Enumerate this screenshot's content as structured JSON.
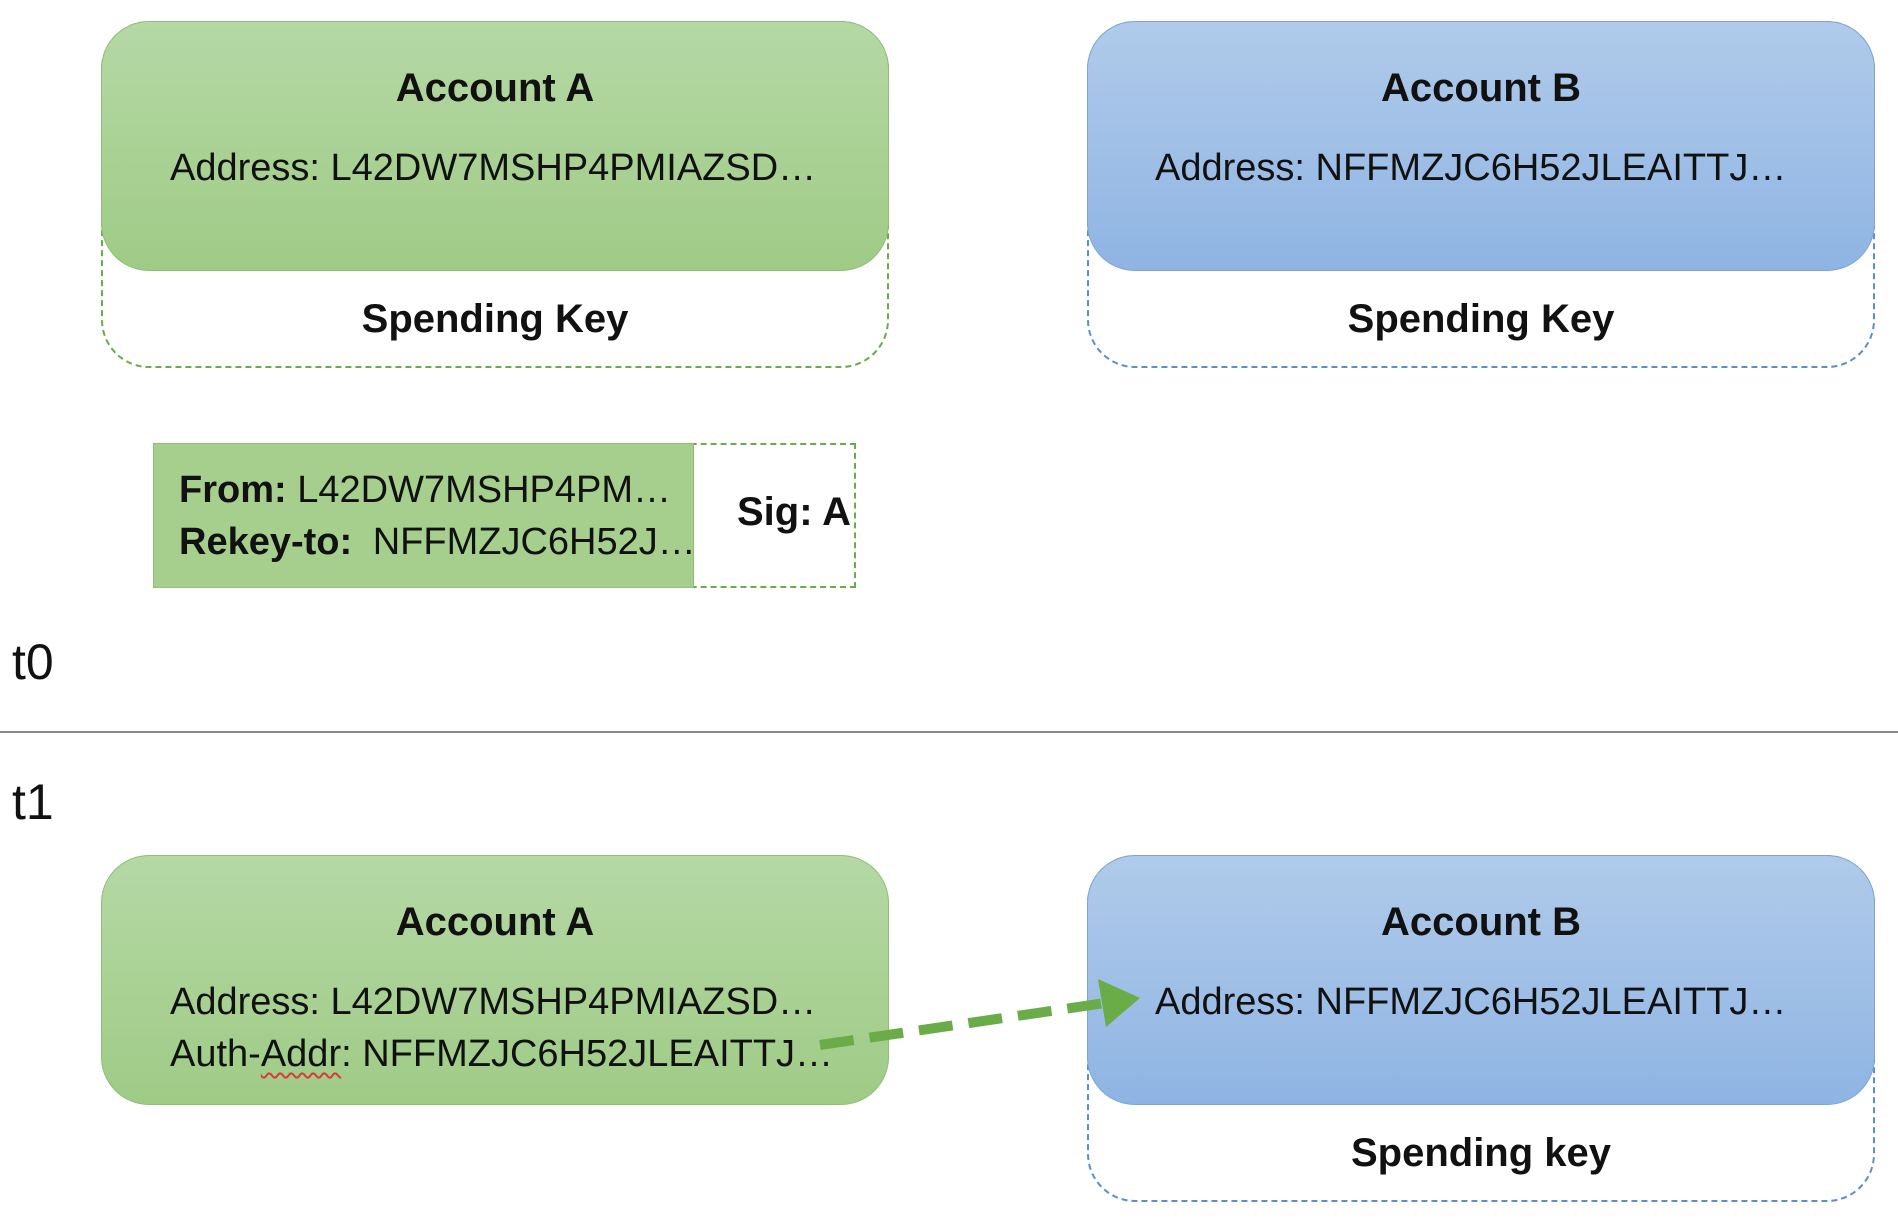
{
  "t0": {
    "time_label": "t0",
    "account_a": {
      "title": "Account A",
      "address": "Address: L42DW7MSHP4PMIAZSD…",
      "key_label": "Spending Key"
    },
    "account_b": {
      "title": "Account B",
      "address": "Address: NFFMZJC6H52JLEAITTJ…",
      "key_label": "Spending Key"
    },
    "transaction": {
      "from_label": "From:",
      "from_value": "L42DW7MSHP4PM…",
      "rekey_label": "Rekey-to:",
      "rekey_value": "NFFMZJC6H52J…",
      "sig": "Sig: A"
    }
  },
  "t1": {
    "time_label": "t1",
    "account_a": {
      "title": "Account A",
      "address": "Address: L42DW7MSHP4PMIAZSD…",
      "auth_prefix": "Auth-",
      "auth_word": "Addr",
      "auth_value": ": NFFMZJC6H52JLEAITTJ…"
    },
    "account_b": {
      "title": "Account B",
      "address": "Address: NFFMZJC6H52JLEAITTJ…",
      "key_label": "Spending key"
    }
  },
  "colors": {
    "green_card": "#a6cf8e",
    "blue_card": "#9dbde6",
    "green_dash": "#6aac47",
    "blue_dash": "#5b8fcc",
    "arrow": "#6aac47"
  }
}
